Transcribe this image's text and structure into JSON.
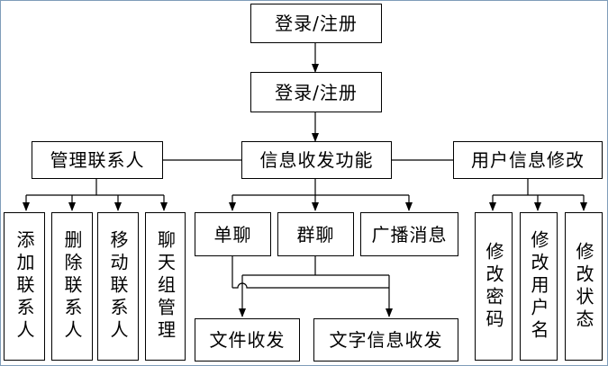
{
  "nodes": {
    "top": "登录/注册",
    "second": "登录/注册",
    "manage_contacts": "管理联系人",
    "messaging": "信息收发功能",
    "user_info_edit": "用户信息修改",
    "add_contact": "添加联系人",
    "delete_contact": "删除联系人",
    "move_contact": "移动联系人",
    "group_chat_manage": "聊天组管理",
    "single_chat": "单聊",
    "group_chat": "群聊",
    "broadcast": "广播消息",
    "file_transfer": "文件收发",
    "text_transfer": "文字信息收发",
    "change_password": "修改密码",
    "change_username": "修改用户名",
    "change_status": "修改状态"
  },
  "colors": {
    "line": "#000000",
    "frame": "#7f9db9"
  }
}
